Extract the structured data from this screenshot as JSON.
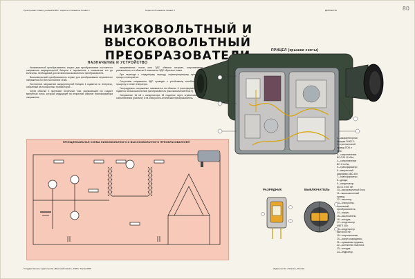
{
  "header": {
    "left_note": "Культпросвет плакат, учебный 1986 г. Серия из 6 плакатов. Плакат 3",
    "mid_note": "Серия из 8 плакатов. Плакат 3",
    "right_note": "Д6574м-Т40",
    "handwritten": "80"
  },
  "title": {
    "line1": "НИЗКОВОЛЬТНЫЙ И ВЫСОКОВОЛЬТНЫЙ",
    "line2": "ПРЕОБРАЗОВАТЕЛИ"
  },
  "device_label": "ПРИЦЕЛ (крышки сняты)",
  "section_heading": "НАЗНАЧЕНИЕ И УСТРОЙСТВО",
  "text": {
    "col1": [
      "Низковольтный преобразователь служит для преобразования постоянного напряжения аккумуляторной батареи в переменное и повышения его до величины, необходимой для питания высоковольтного преобразователя.",
      "Высоковольтный преобразователь служит для преобразования переменного напряжения 220 В в постоянное 16 кВ.",
      "Постоянное напряжение аккумуляторной батареи 1 подается на генератор, собранный на плоскостных транзисторах ...",
      "Через обмотки 3 протекают встречные токи; возникающий ток создает магнитный поток, который индуцирует во вторичной обмотке трансформатора напряжение."
    ],
    "col2": [
      "выпрямляется; после чего ЭДС обмотки затухает, сопротивление уменьшается, и в обмотке 8 появляется ЭДС обратного знака.",
      "При переходе к следующему периоду, характеризующему пульсации, процесс повторяется.",
      "Отсутствие напряжения ЭДС приводит к устойчивому колебательному процессу в схеме генератора.",
      "Генерируемое напряжение повышается на обмотке 6 трансформатора 7 и подается на высоковольтный преобразователь (высоковольтный блок 9).",
      "Напряжение 16 кВ с конденсатора 18 подается через ограничивающие сопротивления (рабочее) 8 на электронно-оптический преобразователь."
    ]
  },
  "schema_title": "ПРИНЦИПИАЛЬНАЯ СХЕМА НИЗКОВОЛЬТНОГО И ВЫСОКОВОЛЬТНОГО ПРЕОБРАЗОВАТЕЛЕЙ",
  "legend": [
    "1—аккумуляторная",
    "   батарея 2НКП-2;",
    "2—трехполюсной",
    "   провод ПОВ и",
    "   ПДС;",
    "3—сопротивление",
    "   ВС-0,25 12 кОм;",
    "4—сопротивление",
    "   ВС 1,1 кОм;",
    "5—трансформатор;",
    "6—импульсный",
    "   разрядник АВС-400;",
    "7—трансформатор;",
    "8—диоды;",
    "9—конденсатор",
    "   КСО-1 5700 пФ;",
    "10—высоковольтный блок;",
    "11—высоковольтный",
    "   провод;",
    "12—изолятор;",
    "13—электронно-",
    "   оптический",
    "   преобразователь;",
    "14—корпус;",
    "15—выключатель;",
    "16—колодка;",
    "17—конденсатор",
    "   МБГП 400;",
    "18—конденсатор",
    "   КВИ 5000 пФ;",
    "19—сопротивление;",
    "20—корпус разрядника;",
    "21—прижимная пружина;",
    "22—контактная пластина;",
    "23—колодка;",
    "24—индикатор."
  ],
  "labels": {
    "razryadnik": "РАЗРЯДНИК",
    "vyklyuchatel": "ВЫКЛЮЧАТЕЛЬ"
  },
  "footer": {
    "left": "Государственное издательство «Военный плакат», 1986 г. Тираж 6000",
    "right": "Издательство «Плакат», Москва"
  },
  "colors": {
    "schema_bg": "#f6c9b8",
    "device_body": "#3a4a3a",
    "device_panel": "#c7c6c4",
    "wire": "#d9a400",
    "component_gray": "#8d96a0"
  }
}
